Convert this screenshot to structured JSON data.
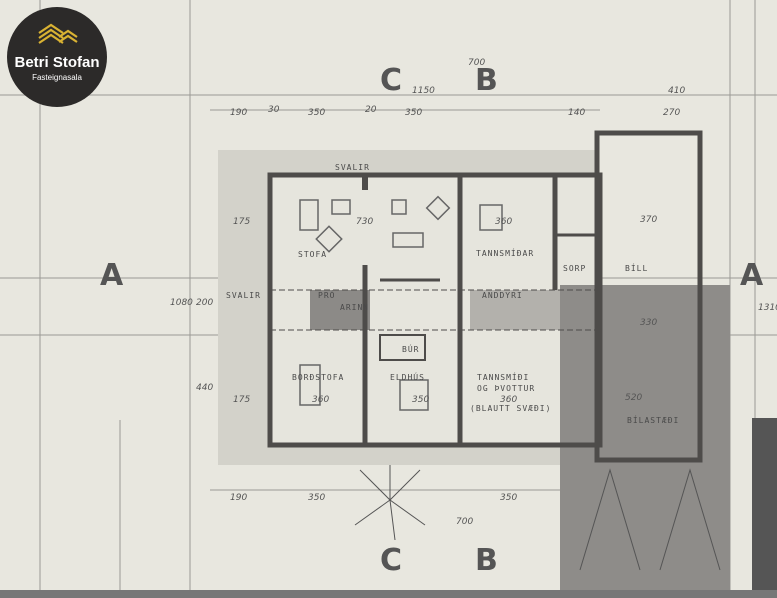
{
  "logo": {
    "name": "Betri Stofan",
    "subtitle": "Fasteignasala",
    "accent": "#d9b233"
  },
  "sections": {
    "a_left": "A",
    "a_right": "A",
    "b_top": "B",
    "b_bottom": "B",
    "c_top": "C",
    "c_bottom": "C"
  },
  "rooms": {
    "svalir_top": "SVALIR",
    "stofa": "STOFA",
    "tannsmidar": "TANNSMÍÐAR",
    "svalir_left": "SVALIR",
    "pro": "PRÓ",
    "arinn": "ARINN",
    "anddyri": "ANDDYRI",
    "bur": "BÚR",
    "bordstofa": "BORÐSTOFA",
    "eldhus": "ELDHÚS",
    "tannsmidi": "TANNSMÍÐI",
    "og_thvottur": "OG ÞVOTTUR",
    "blautt": "(BLAUTT SVÆÐI)",
    "sorp": "SORP",
    "bill": "BÍLL",
    "bilastaedi": "BÍLASTÆÐI"
  },
  "dimensions": {
    "d700": "700",
    "d1150": "1150",
    "d190a": "190",
    "d30a": "30",
    "d350a": "350",
    "d20a": "20",
    "d350b": "350",
    "d140": "140",
    "d410": "410",
    "d270": "270",
    "d730": "730",
    "d360a": "360",
    "d370": "370",
    "d175a": "175",
    "d175b": "175",
    "d200": "200",
    "d440": "440",
    "d1080": "1080",
    "d1310": "1310",
    "d360b": "360",
    "d350c": "350",
    "d360c": "360",
    "d520": "520",
    "d330": "330",
    "d190b": "190",
    "d350d": "350",
    "d350e": "350",
    "d700b": "700"
  }
}
